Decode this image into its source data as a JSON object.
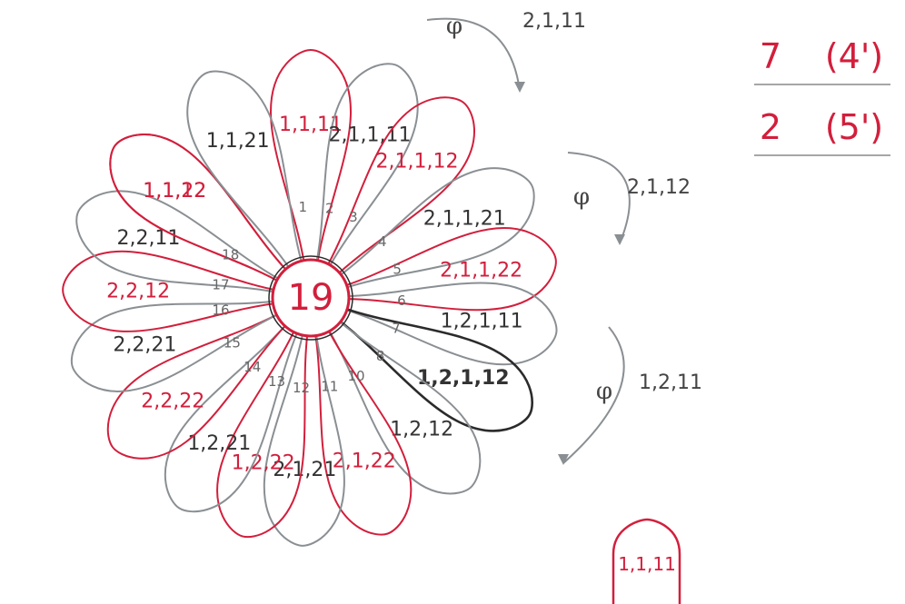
{
  "center": {
    "label": "19"
  },
  "colors": {
    "red": "#d21f3c",
    "gray": "#8a8f93",
    "dark": "#2b2b2b",
    "redText": "#d21f3c",
    "grayText": "#333333"
  },
  "petals": [
    {
      "label": "1,1,11",
      "color": "red"
    },
    {
      "label": "2,1,1,11",
      "color": "gray"
    },
    {
      "label": "2,1,1,12",
      "color": "red"
    },
    {
      "label": "2,1,1,21",
      "color": "gray"
    },
    {
      "label": "2,1,1,22",
      "color": "red"
    },
    {
      "label": "1,2,1,11",
      "color": "gray"
    },
    {
      "label": "1,2,1,12",
      "color": "dark"
    },
    {
      "label": "1,2,12",
      "color": "gray"
    },
    {
      "label": "2,1,22",
      "color": "red"
    },
    {
      "label": "2,1,21",
      "color": "gray"
    },
    {
      "label": "1,2,22",
      "color": "red"
    },
    {
      "label": "1,2,21",
      "color": "gray"
    },
    {
      "label": "2,2,22",
      "color": "red"
    },
    {
      "label": "2,2,21",
      "color": "gray"
    },
    {
      "label": "2,2,12",
      "color": "red"
    },
    {
      "label": "2,2,11",
      "color": "gray"
    },
    {
      "label": "1,1,22",
      "color": "red"
    },
    {
      "label": "1,1,12",
      "color": "red"
    },
    {
      "label": "1,1,21",
      "color": "gray"
    }
  ],
  "inner_numbers": [
    "2",
    "3",
    "4",
    "5",
    "6",
    "7",
    "8",
    "10",
    "11",
    "12",
    "13",
    "14",
    "15",
    "16",
    "17",
    "18",
    "1"
  ],
  "phi_loops": [
    {
      "symbol": "φ",
      "label": "2,1,11"
    },
    {
      "symbol": "φ",
      "label": "2,1,12"
    },
    {
      "symbol": "φ",
      "label": "1,2,11"
    }
  ],
  "legend": [
    {
      "count": "7",
      "value": "(4')"
    },
    {
      "count": "2",
      "value": "(5')"
    }
  ],
  "standalone_petal": {
    "label": "1,1,11"
  }
}
